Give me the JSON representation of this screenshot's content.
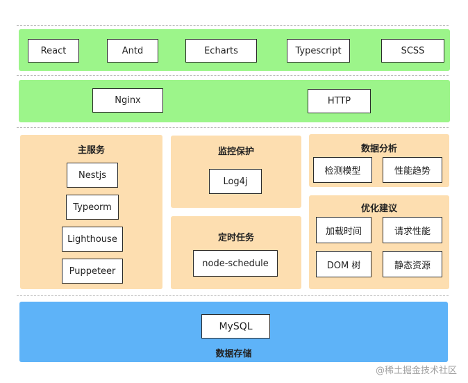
{
  "frontend": {
    "items": [
      {
        "label": "React"
      },
      {
        "label": "Antd"
      },
      {
        "label": "Echarts"
      },
      {
        "label": "Typescript"
      },
      {
        "label": "SCSS"
      }
    ]
  },
  "gateway": {
    "items": [
      {
        "label": "Nginx"
      },
      {
        "label": "HTTP"
      }
    ]
  },
  "main_service": {
    "title": "主服务",
    "items": [
      {
        "label": "Nestjs"
      },
      {
        "label": "Typeorm"
      },
      {
        "label": "Lighthouse"
      },
      {
        "label": "Puppeteer"
      }
    ]
  },
  "monitoring": {
    "title": "监控保护",
    "items": [
      {
        "label": "Log4j"
      }
    ]
  },
  "scheduled_tasks": {
    "title": "定时任务",
    "items": [
      {
        "label": "node-schedule"
      }
    ]
  },
  "data_analysis": {
    "title": "数据分析",
    "items": [
      {
        "label": "检测模型"
      },
      {
        "label": "性能趋势"
      }
    ]
  },
  "optimization": {
    "title": "优化建议",
    "items": [
      {
        "label": "加载时间"
      },
      {
        "label": "请求性能"
      },
      {
        "label": "DOM 树"
      },
      {
        "label": "静态资源"
      }
    ]
  },
  "storage": {
    "title": "数据存储",
    "items": [
      {
        "label": "MySQL"
      }
    ]
  },
  "watermark": "@稀土掘金技术社区",
  "colors": {
    "layer_green": "#9cf58a",
    "panel_orange": "#fddeb0",
    "layer_blue": "#5eb3f8",
    "box_border": "#2b2b2b"
  }
}
